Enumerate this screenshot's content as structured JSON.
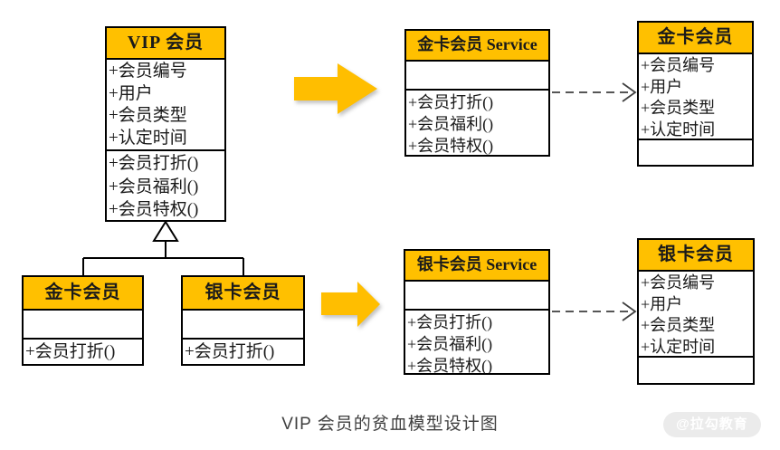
{
  "caption": "VIP 会员的贫血模型设计图",
  "watermark": "@拉勾教育",
  "colors": {
    "header_fill": "#FFC000",
    "arrow_fill": "#FFBE00",
    "border": "#000000",
    "text": "#1A1A1A",
    "dependency": "#3F3F3F",
    "caption_text": "#3F3F3F",
    "watermark_bg": "#EBEBEB",
    "watermark_text": "#FFFFFF",
    "background": "#FFFFFF"
  },
  "classes": {
    "vip": {
      "title": "VIP 会员",
      "attributes": [
        "+会员编号",
        "+用户",
        "+会员类型",
        "+认定时间"
      ],
      "methods": [
        "+会员打折()",
        "+会员福利()",
        "+会员特权()"
      ]
    },
    "gold_sub": {
      "title": "金卡会员",
      "attributes": [],
      "methods": [
        "+会员打折()"
      ]
    },
    "silver_sub": {
      "title": "银卡会员",
      "attributes": [],
      "methods": [
        "+会员打折()"
      ]
    },
    "gold_service": {
      "title": "金卡会员 Service",
      "attributes": [],
      "methods": [
        "+会员打折()",
        "+会员福利()",
        "+会员特权()"
      ]
    },
    "gold_data": {
      "title": "金卡会员",
      "attributes": [
        "+会员编号",
        "+用户",
        "+会员类型",
        "+认定时间"
      ],
      "methods": []
    },
    "silver_service": {
      "title": "银卡会员 Service",
      "attributes": [],
      "methods": [
        "+会员打折()",
        "+会员福利()",
        "+会员特权()"
      ]
    },
    "silver_data": {
      "title": "银卡会员",
      "attributes": [
        "+会员编号",
        "+用户",
        "+会员类型",
        "+认定时间"
      ],
      "methods": []
    }
  },
  "connectors": {
    "inheritance": {
      "type": "generalization",
      "style": "hollow-triangle",
      "from": [
        "金卡会员",
        "银卡会员"
      ],
      "to": "VIP 会员"
    },
    "dependencies": [
      {
        "style": "dashed-open-arrow",
        "from": "金卡会员 Service",
        "to": "金卡会员"
      },
      {
        "style": "dashed-open-arrow",
        "from": "银卡会员 Service",
        "to": "银卡会员"
      }
    ],
    "flow_arrows": [
      {
        "name": "top-flow-arrow",
        "direction": "right"
      },
      {
        "name": "bottom-flow-arrow",
        "direction": "right"
      }
    ]
  }
}
